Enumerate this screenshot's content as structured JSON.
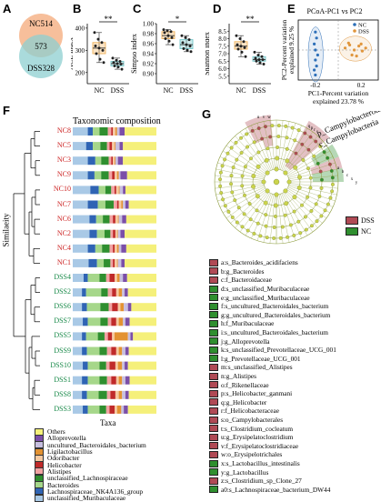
{
  "panelA": {
    "label": "A",
    "nc": "NC514",
    "mid": "573",
    "dss": "DSS328",
    "nc_color": "#f4a97a",
    "dss_color": "#8ecfd0"
  },
  "panelB": {
    "label": "B",
    "ylabel": "ACE index",
    "sig": "**",
    "xt": [
      "NC",
      "DSS"
    ],
    "chart_data": {
      "type": "box",
      "categories": [
        "NC",
        "DSS"
      ],
      "ylim": [
        150,
        420
      ],
      "yticks": [
        200,
        300,
        400
      ],
      "nc": [
        380,
        350,
        335,
        320,
        310,
        300,
        285,
        260,
        245
      ],
      "dss": [
        265,
        255,
        250,
        245,
        240,
        238,
        230,
        225,
        215
      ]
    }
  },
  "panelC": {
    "label": "C",
    "ylabel": "Simpso index",
    "sig": "*",
    "xt": [
      "NC",
      "DSS"
    ],
    "chart_data": {
      "type": "box",
      "categories": [
        "NC",
        "DSS"
      ],
      "ylim": [
        0.88,
        1.0
      ],
      "yticks": [
        0.9,
        0.92,
        0.94,
        0.96,
        0.98,
        1.0
      ],
      "nc": [
        0.988,
        0.986,
        0.984,
        0.982,
        0.976,
        0.972,
        0.97,
        0.965,
        0.958
      ],
      "dss": [
        0.976,
        0.972,
        0.968,
        0.962,
        0.958,
        0.955,
        0.95,
        0.947,
        0.944
      ]
    }
  },
  "panelD": {
    "label": "D",
    "ylabel": "Shannon index",
    "sig": "**",
    "xt": [
      "NC",
      "DSS"
    ],
    "chart_data": {
      "type": "box",
      "categories": [
        "NC",
        "DSS"
      ],
      "ylim": [
        5.0,
        9.0
      ],
      "yticks": [
        5.5,
        6.0,
        6.5,
        7.0,
        7.5,
        8.0,
        8.5
      ],
      "nc": [
        8.2,
        8.0,
        7.8,
        7.6,
        7.5,
        7.4,
        7.3,
        7.1,
        6.8
      ],
      "dss": [
        7.1,
        6.9,
        6.8,
        6.7,
        6.6,
        6.6,
        6.5,
        6.4,
        6.3
      ]
    }
  },
  "panelE": {
    "label": "E",
    "title": "PCoA-PC1 vs PC2",
    "ylabel1": "PC2-Percent variation",
    "ylabel2": "explained 9.25 %",
    "xlabel1": "PC1-Percent variation",
    "xlabel2": "explained 23.78 %",
    "legend": [
      "NC",
      "DSS"
    ],
    "chart_data": {
      "type": "scatter",
      "xticks": [
        "-0.2",
        "0.2"
      ],
      "xlim": [
        -0.35,
        0.35
      ],
      "ylim": [
        -0.3,
        0.3
      ],
      "series": [
        {
          "name": "NC",
          "color": "#2d6fb8",
          "points": [
            [
              -0.2,
              0.18
            ],
            [
              -0.19,
              0.12
            ],
            [
              -0.21,
              0.06
            ],
            [
              -0.2,
              0.0
            ],
            [
              -0.18,
              -0.05
            ],
            [
              -0.2,
              -0.1
            ],
            [
              -0.19,
              -0.16
            ],
            [
              -0.21,
              -0.2
            ],
            [
              -0.2,
              -0.25
            ]
          ]
        },
        {
          "name": "DSS",
          "color": "#e0953c",
          "points": [
            [
              0.06,
              0.02
            ],
            [
              0.1,
              0.05
            ],
            [
              0.14,
              0.0
            ],
            [
              0.18,
              0.04
            ],
            [
              0.21,
              -0.01
            ],
            [
              0.12,
              -0.05
            ],
            [
              0.16,
              -0.06
            ],
            [
              0.2,
              0.06
            ],
            [
              0.24,
              0.02
            ],
            [
              0.09,
              0.07
            ]
          ]
        }
      ]
    }
  },
  "panelF": {
    "label": "F",
    "title": "Taxonomic composition",
    "ylabel": "Similaeity",
    "legend_title": "Taxa",
    "samples": [
      "NC8",
      "NC5",
      "NC3",
      "NC9",
      "NC10",
      "NC7",
      "NC6",
      "NC2",
      "NC4",
      "NC1",
      "DSS4",
      "DSS2",
      "DSS6",
      "DSS7",
      "DSS5",
      "DSS9",
      "DSS10",
      "DSS1",
      "DSS8",
      "DSS3"
    ],
    "nc_color": "#cc2222",
    "dss_color": "#1a8a4a",
    "taxa": [
      {
        "name": "Others",
        "color": "#f5f07a"
      },
      {
        "name": "Alloprevotella",
        "color": "#7b4fa8"
      },
      {
        "name": "uncultured_Bacteroidales_bacterium",
        "color": "#c7bfe0"
      },
      {
        "name": "Ligilactobacillus",
        "color": "#e39232"
      },
      {
        "name": "Odoribacter",
        "color": "#f6c9a0"
      },
      {
        "name": "Helicobacter",
        "color": "#c02a2a"
      },
      {
        "name": "Alistipes",
        "color": "#f2a3a3"
      },
      {
        "name": "unclassified_Lachnospiraceae",
        "color": "#2f8f2f"
      },
      {
        "name": "Bacteroides",
        "color": "#a6d78a"
      },
      {
        "name": "Lachnospiraceae_NK4A136_group",
        "color": "#2f64b4"
      },
      {
        "name": "unclassified_Muribaculaceae",
        "color": "#a9c9e6"
      }
    ],
    "chart_data": {
      "type": "bar",
      "stacked": true,
      "comp": {
        "NC8": [
          38,
          6,
          3,
          2,
          3,
          2,
          4,
          10,
          8,
          6,
          18
        ],
        "NC5": [
          40,
          4,
          5,
          1,
          3,
          3,
          3,
          8,
          9,
          8,
          16
        ],
        "NC3": [
          40,
          6,
          3,
          1,
          2,
          2,
          3,
          9,
          7,
          9,
          18
        ],
        "NC9": [
          35,
          8,
          2,
          2,
          3,
          3,
          4,
          9,
          8,
          8,
          18
        ],
        "NC10": [
          37,
          3,
          4,
          1,
          3,
          2,
          4,
          7,
          8,
          10,
          21
        ],
        "NC7": [
          33,
          4,
          3,
          2,
          3,
          2,
          4,
          10,
          9,
          12,
          18
        ],
        "NC6": [
          36,
          5,
          4,
          1,
          3,
          3,
          4,
          8,
          8,
          8,
          20
        ],
        "NC2": [
          38,
          5,
          3,
          1,
          2,
          3,
          3,
          7,
          9,
          9,
          20
        ],
        "NC4": [
          36,
          6,
          3,
          2,
          3,
          2,
          4,
          9,
          8,
          9,
          18
        ],
        "NC1": [
          38,
          4,
          4,
          1,
          3,
          2,
          3,
          8,
          8,
          10,
          19
        ],
        "DSS4": [
          35,
          5,
          4,
          3,
          3,
          6,
          4,
          8,
          14,
          5,
          13
        ],
        "DSS2": [
          34,
          4,
          3,
          4,
          3,
          5,
          5,
          8,
          18,
          5,
          11
        ],
        "DSS6": [
          30,
          4,
          5,
          4,
          3,
          7,
          4,
          10,
          16,
          6,
          11
        ],
        "DSS7": [
          32,
          5,
          3,
          5,
          3,
          6,
          4,
          9,
          15,
          6,
          12
        ],
        "DSS5": [
          28,
          3,
          3,
          16,
          3,
          5,
          4,
          8,
          14,
          5,
          11
        ],
        "DSS9": [
          33,
          4,
          4,
          4,
          3,
          6,
          5,
          9,
          15,
          6,
          11
        ],
        "DSS10": [
          34,
          4,
          3,
          5,
          3,
          7,
          4,
          8,
          14,
          6,
          12
        ],
        "DSS1": [
          32,
          5,
          4,
          4,
          3,
          6,
          5,
          9,
          14,
          7,
          11
        ],
        "DSS8": [
          33,
          4,
          4,
          4,
          4,
          6,
          4,
          10,
          14,
          6,
          11
        ],
        "DSS3": [
          34,
          5,
          3,
          5,
          3,
          6,
          4,
          8,
          14,
          6,
          12
        ]
      }
    }
  },
  "panelG": {
    "label": "G",
    "legend": [
      {
        "name": "DSS",
        "color": "#b04a55"
      },
      {
        "name": "NC",
        "color": "#2f8f2f"
      }
    ],
    "lab1": "p_Campylobacterota",
    "lab2": "c_Campylobacteria",
    "taxa": [
      {
        "name": "a:s_Bacteroides_acidifaciens",
        "color": "#b04a55"
      },
      {
        "name": "b:g_Bacteroides",
        "color": "#b04a55"
      },
      {
        "name": "c:f_Bacteroidaceae",
        "color": "#b04a55"
      },
      {
        "name": "d:s_unclassified_Muribaculaceae",
        "color": "#2f8f2f"
      },
      {
        "name": "e:g_unclassified_Muribaculaceae",
        "color": "#2f8f2f"
      },
      {
        "name": "f:s_uncultured_Bacteroidales_bacterium",
        "color": "#2f8f2f"
      },
      {
        "name": "g:g_uncultured_Bacteroidales_bacterium",
        "color": "#2f8f2f"
      },
      {
        "name": "h:f_Muribaculaceae",
        "color": "#2f8f2f"
      },
      {
        "name": "i:s_uncultured_Bacteroidales_bacterium",
        "color": "#2f8f2f"
      },
      {
        "name": "j:g_Alloprevotella",
        "color": "#2f8f2f"
      },
      {
        "name": "k:s_unclassified_Prevotellaceae_UCG_001",
        "color": "#2f8f2f"
      },
      {
        "name": "l:g_Prevotellaceae_UCG_001",
        "color": "#2f8f2f"
      },
      {
        "name": "m:s_unclassified_Alistipes",
        "color": "#b04a55"
      },
      {
        "name": "n:g_Alistipes",
        "color": "#b04a55"
      },
      {
        "name": "o:f_Rikenellaceae",
        "color": "#b04a55"
      },
      {
        "name": "p:s_Helicobacter_ganmani",
        "color": "#b04a55"
      },
      {
        "name": "q:g_Helicobacter",
        "color": "#b04a55"
      },
      {
        "name": "r:f_Helicobacteraceae",
        "color": "#b04a55"
      },
      {
        "name": "s:o_Campylobacterales",
        "color": "#b04a55"
      },
      {
        "name": "t:s_Clostridium_cocleatum",
        "color": "#b04a55"
      },
      {
        "name": "u:g_Erysipelatoclostridium",
        "color": "#b04a55"
      },
      {
        "name": "v:f_Erysipelatoclostridiaceae",
        "color": "#b04a55"
      },
      {
        "name": "w:o_Erysipelotrichales",
        "color": "#b04a55"
      },
      {
        "name": "x:s_Lactobacillus_intestinalis",
        "color": "#2f8f2f"
      },
      {
        "name": "y:g_Lactobacillus",
        "color": "#2f8f2f"
      },
      {
        "name": "z:s_Clostridium_sp_Clone_27",
        "color": "#b04a55"
      },
      {
        "name": "a0:s_Lachnospiraceae_bacterium_DW44",
        "color": "#2f8f2f"
      }
    ]
  }
}
